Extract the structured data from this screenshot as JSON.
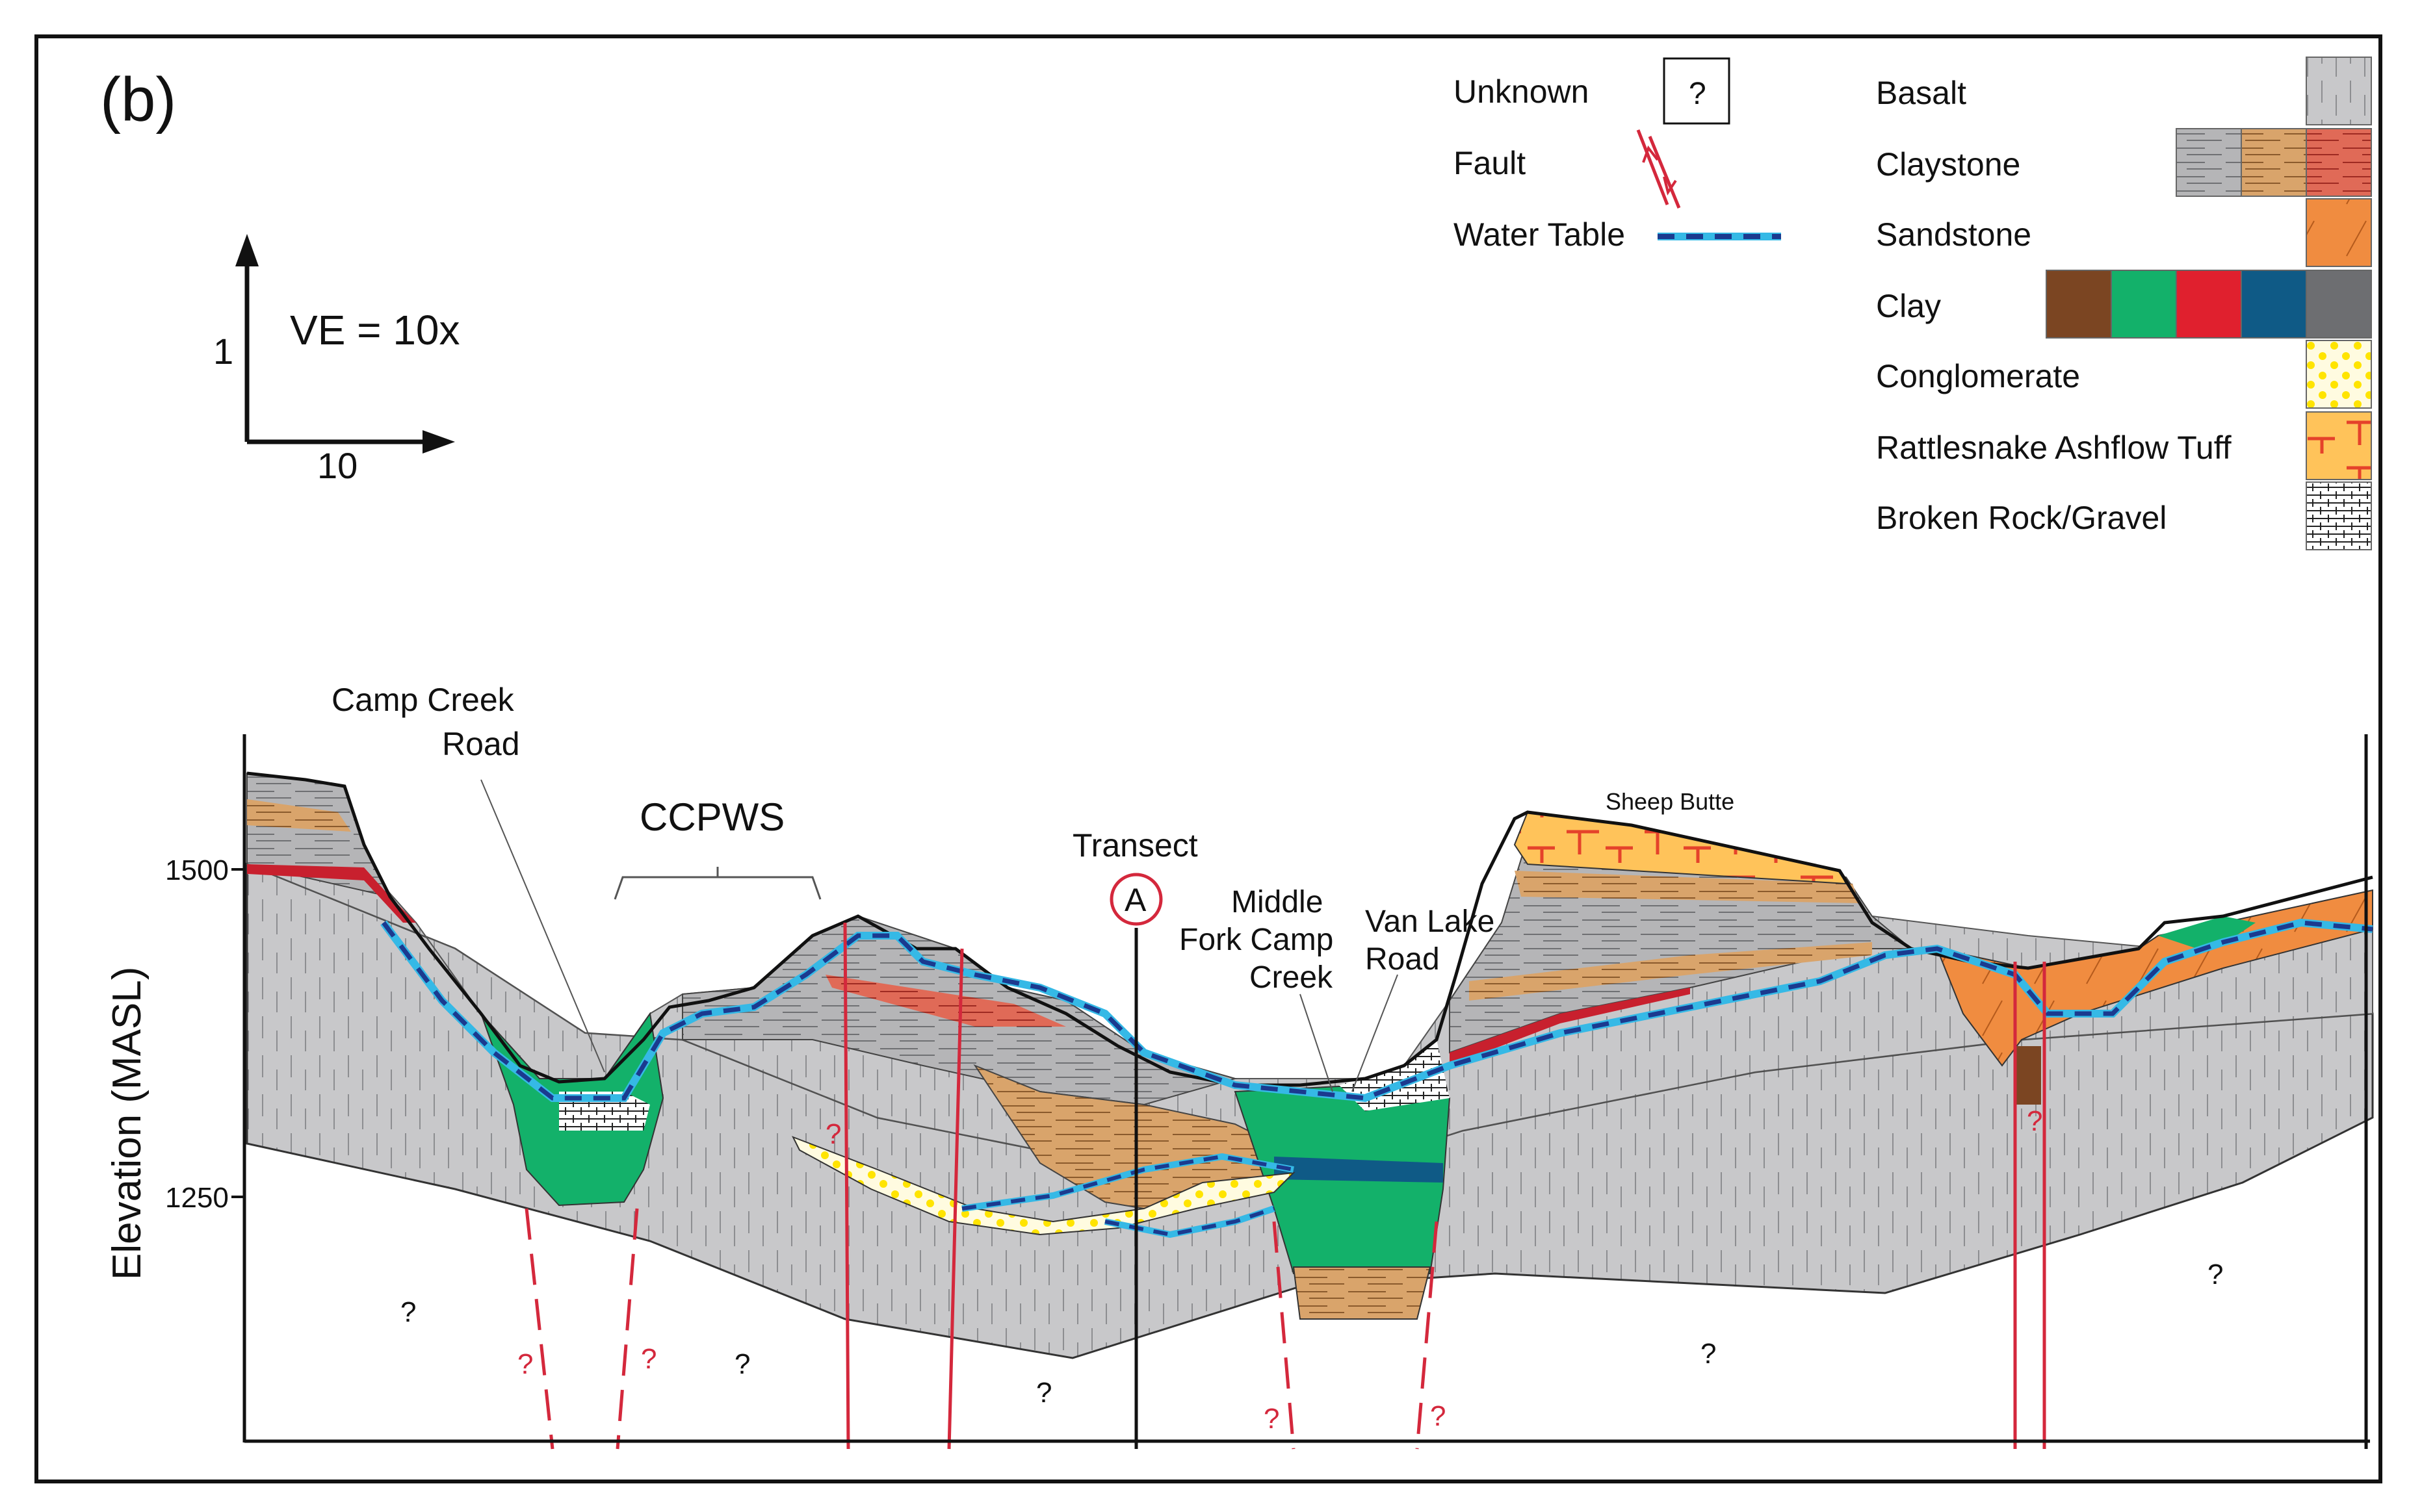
{
  "panel_label": "(b)",
  "scale": {
    "ve_label": "VE = 10x",
    "vertical_unit": "1",
    "horizontal_unit": "10"
  },
  "y_axis": {
    "label": "Elevation (MASL)",
    "ticks": [
      "1500",
      "1250"
    ]
  },
  "legend": {
    "symbols": [
      {
        "label": "Unknown",
        "glyph": "?"
      },
      {
        "label": "Fault"
      },
      {
        "label": "Water Table"
      }
    ],
    "lithology": [
      {
        "label": "Basalt",
        "colors": [
          "#c8c8ca"
        ]
      },
      {
        "label": "Claystone",
        "colors": [
          "#b9b9bb",
          "#d9a46b",
          "#e06a57"
        ]
      },
      {
        "label": "Sandstone",
        "colors": [
          "#f08c40"
        ]
      },
      {
        "label": "Clay",
        "colors": [
          "#7b4522",
          "#13b16a",
          "#e0202e",
          "#0f5a86",
          "#6d6e71"
        ]
      },
      {
        "label": "Conglomerate",
        "colors": [
          "#ffe400"
        ]
      },
      {
        "label": "Rattlesnake Ashflow Tuff",
        "colors": [
          "#ffc35a"
        ]
      },
      {
        "label": "Broken Rock/Gravel",
        "colors": [
          "#ffffff"
        ]
      }
    ]
  },
  "annotations": {
    "camp_creek_road": [
      "Camp Creek",
      "Road"
    ],
    "ccpws": "CCPWS",
    "transect": "Transect",
    "transect_marker": "A",
    "middle_fork": [
      "Middle",
      "Fork Camp",
      "Creek"
    ],
    "van_lake_road": [
      "Van Lake",
      "Road"
    ],
    "sheep_butte": "Sheep Butte"
  },
  "unknown_marks": [
    "?",
    "?",
    "?",
    "?",
    "?",
    "?",
    "?",
    "?",
    "?",
    "?",
    "?"
  ],
  "colors": {
    "basalt": "#c8c8ca",
    "basalt_dark": "#a7a8aa",
    "claystone_gray": "#b5b5b7",
    "claystone_tan": "#d9a46b",
    "sandstone": "#f08c40",
    "clay_green": "#13b16a",
    "clay_red": "#c8202e",
    "clay_blue": "#0f5a86",
    "tuff": "#ffc35a",
    "conglomerate": "#ffe400",
    "fault": "#d4283c",
    "water_table_dark": "#1b3a8f",
    "water_table_light": "#35b9e6"
  }
}
